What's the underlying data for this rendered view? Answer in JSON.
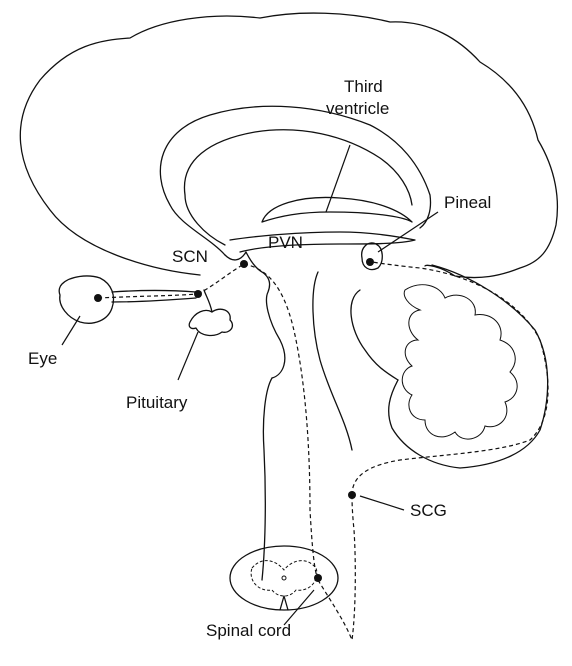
{
  "labels": {
    "third_ventricle_line1": "Third",
    "third_ventricle_line2": "ventricle",
    "pineal": "Pineal",
    "scn": "SCN",
    "pvn": "PVN",
    "eye": "Eye",
    "pituitary": "Pituitary",
    "scg": "SCG",
    "spinal_cord": "Spinal cord"
  },
  "style": {
    "ink": "#111111",
    "background": "#ffffff"
  }
}
